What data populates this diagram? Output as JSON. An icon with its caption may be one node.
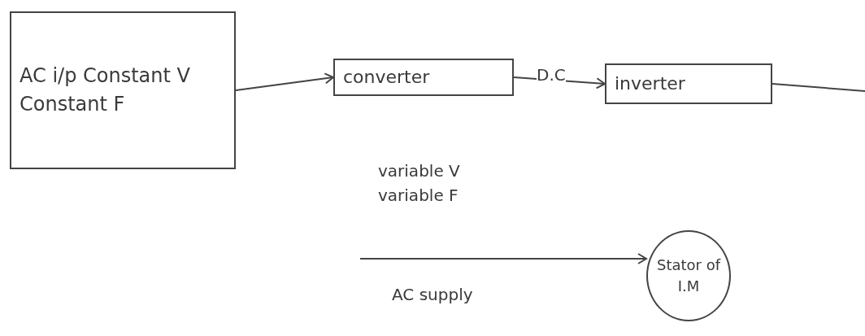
{
  "diagram": {
    "nodes": [
      {
        "text": [
          "AC i/p Constant V Constant F"
        ]
      },
      {
        "text": [
          "converter"
        ]
      },
      {
        "text": [
          "inverter"
        ]
      },
      {
        "text": [
          "Stator of I.M"
        ]
      }
    ],
    "edges": [
      {
        "from": 0,
        "to": 1,
        "arrow": "to"
      },
      {
        "from": 1,
        "to": 2,
        "arrow": "to",
        "label": "D.C"
      },
      {
        "from": 2,
        "to": null,
        "arrow": "none"
      },
      {
        "from": null,
        "to": 3,
        "arrow": "to",
        "label": "AC supply"
      }
    ],
    "labels": [
      "variable V",
      "variable F"
    ]
  }
}
